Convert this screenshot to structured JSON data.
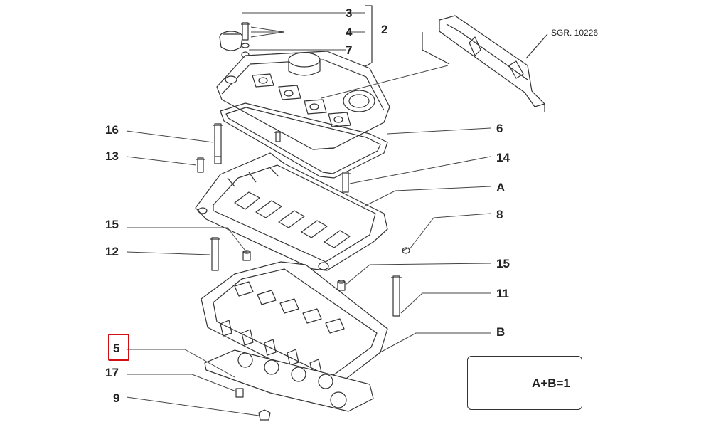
{
  "labels": {
    "p3": "3",
    "p4": "4",
    "p2": "2",
    "p7": "7",
    "p16": "16",
    "p6": "6",
    "p13": "13",
    "p14": "14",
    "pA": "A",
    "p8": "8",
    "p15a": "15",
    "p12": "12",
    "p15b": "15",
    "p11": "11",
    "pB": "B",
    "p5": "5",
    "p17": "17",
    "p9": "9"
  },
  "reference": "SGR. 10226",
  "legend": {
    "formula": "A+B=1"
  },
  "highlight_color": "#d11111"
}
